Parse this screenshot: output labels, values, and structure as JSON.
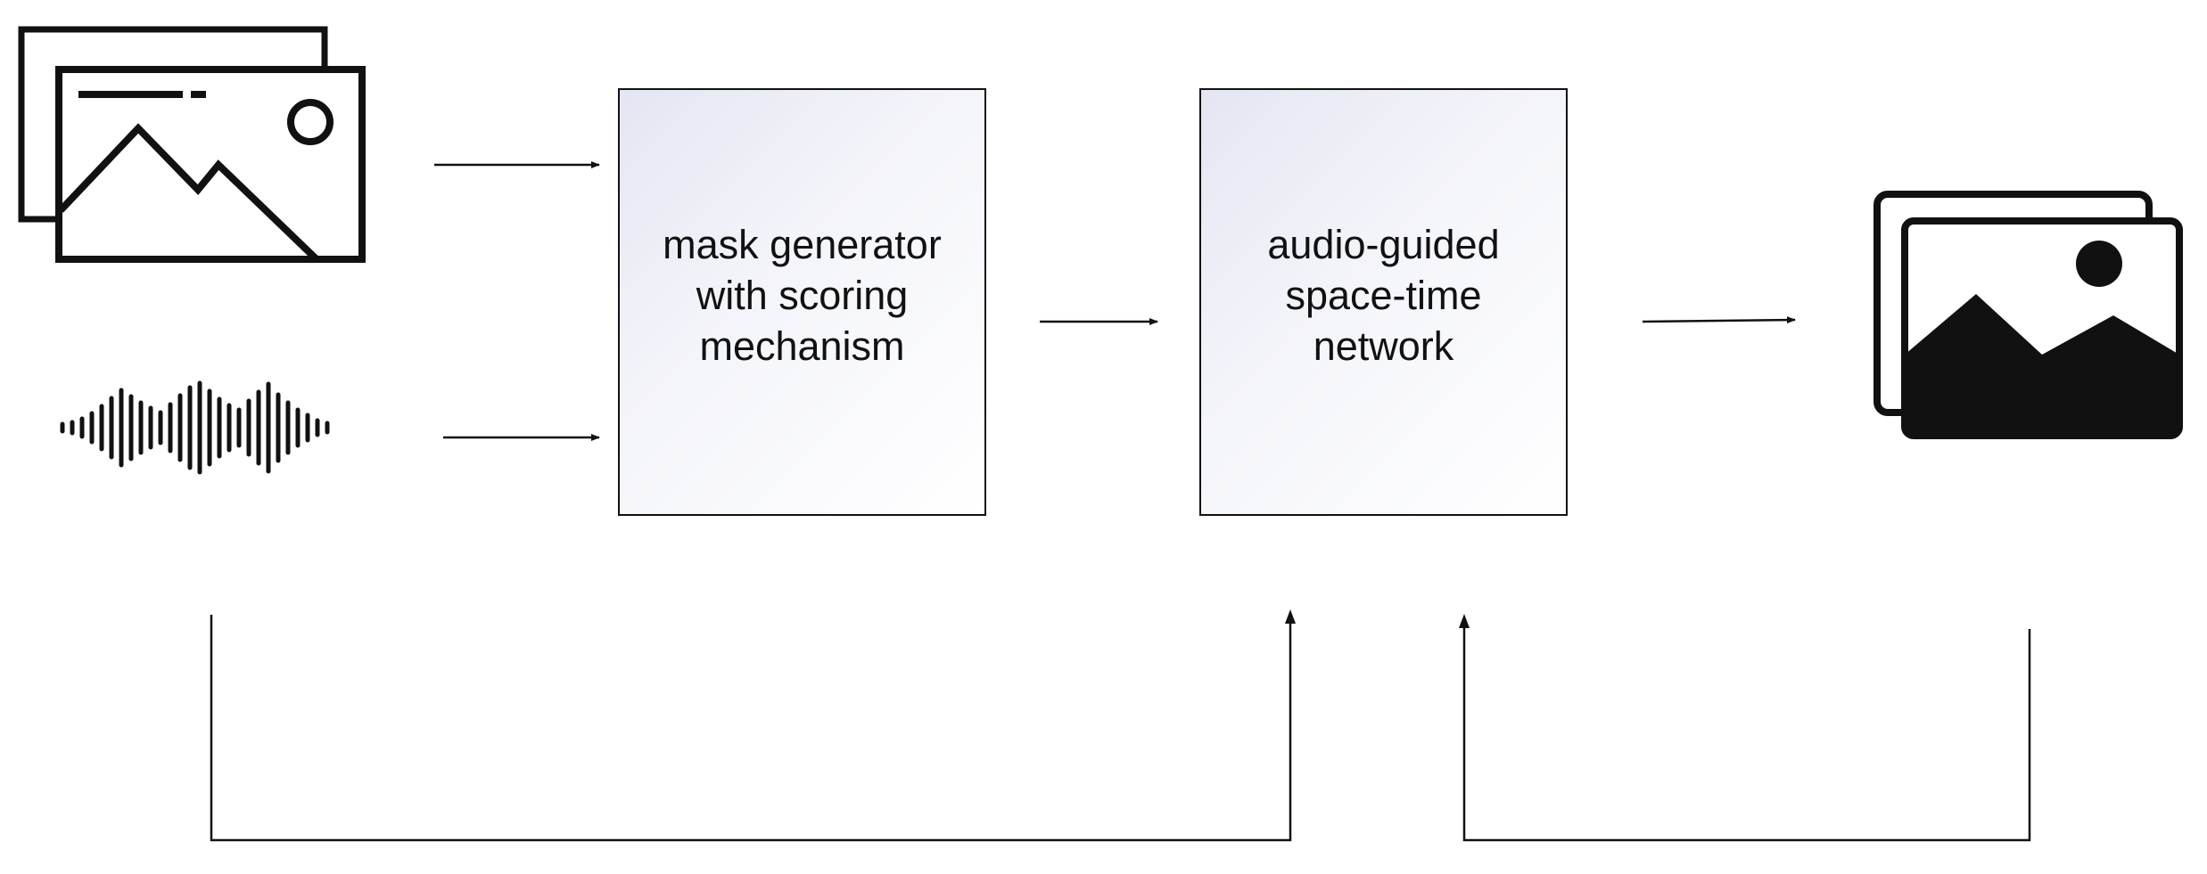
{
  "boxes": {
    "mask_generator": {
      "lines": [
        "mask generator",
        "with scoring",
        "mechanism"
      ]
    },
    "space_time_network": {
      "lines": [
        "audio-guided",
        "space-time",
        "network"
      ]
    }
  },
  "icons": {
    "input_frames": "image-stack-outline-icon",
    "input_audio": "audio-waveform-icon",
    "output_frames": "image-stack-filled-icon"
  },
  "colors": {
    "stroke": "#111111",
    "box_gradient_start": "#e3e6f2",
    "box_gradient_end": "#ffffff"
  }
}
